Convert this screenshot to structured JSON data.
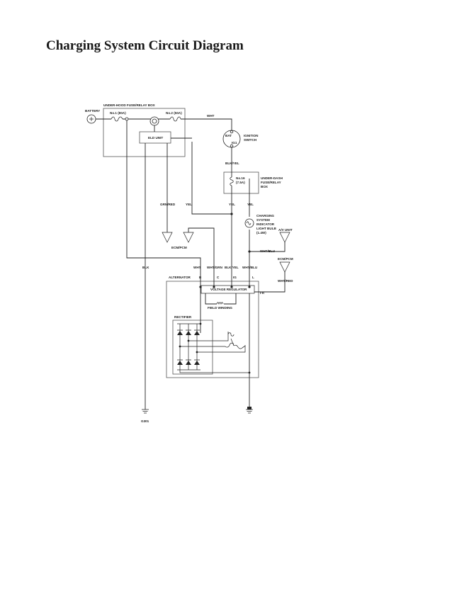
{
  "title": "Charging System Circuit Diagram",
  "labels": {
    "underhood_box": "UNDER-HOOD FUSE/RELAY BOX",
    "battery": "BATTERY",
    "fuse1": "No.1 (80A)",
    "fuse2": "No.2 (50A)",
    "eld_unit": "ELD UNIT",
    "wht_top": "WHT",
    "bat": "BAT",
    "ig1": "IG1",
    "ignition_switch_1": "IGNITION",
    "ignition_switch_2": "SWITCH",
    "blk_yel_top": "BLK/YEL",
    "fuse16_1": "No.16",
    "fuse16_2": "(7.5A)",
    "underdash_1": "UNDER-DASH",
    "underdash_2": "FUSE/RELAY",
    "underdash_3": "BOX",
    "grn_red": "GRN/RED",
    "yel_a": "YEL",
    "yel_b": "YEL",
    "yel_c": "YEL",
    "charge_1": "CHARGING",
    "charge_2": "SYSTEM",
    "charge_3": "INDICATOR",
    "charge_4": "LIGHT BULB",
    "charge_5": "(1.4W)",
    "av_unit": "A/V UNIT",
    "ecm_pcm_left": "ECM/PCM",
    "wht_blu_mid": "WHT/BLU",
    "ecm_pcm_right": "ECM/PCM",
    "blk": "BLK",
    "wht_b": "WHT",
    "wht_grn": "WHT/GRN",
    "blk_yel_b": "BLK/YEL",
    "wht_blu_b": "WHT/BLU",
    "alternator": "ALTERNATOR",
    "pin_b": "B",
    "pin_c": "C",
    "pin_ig": "IG",
    "pin_l": "L",
    "wht_red": "WHT/RED",
    "voltage_regulator": "VOLTAGE REGULATOR",
    "pin_fr": "FR",
    "field_winding": "FIELD WINDING",
    "rectifier": "RECTIFIER",
    "ground": "G301"
  }
}
